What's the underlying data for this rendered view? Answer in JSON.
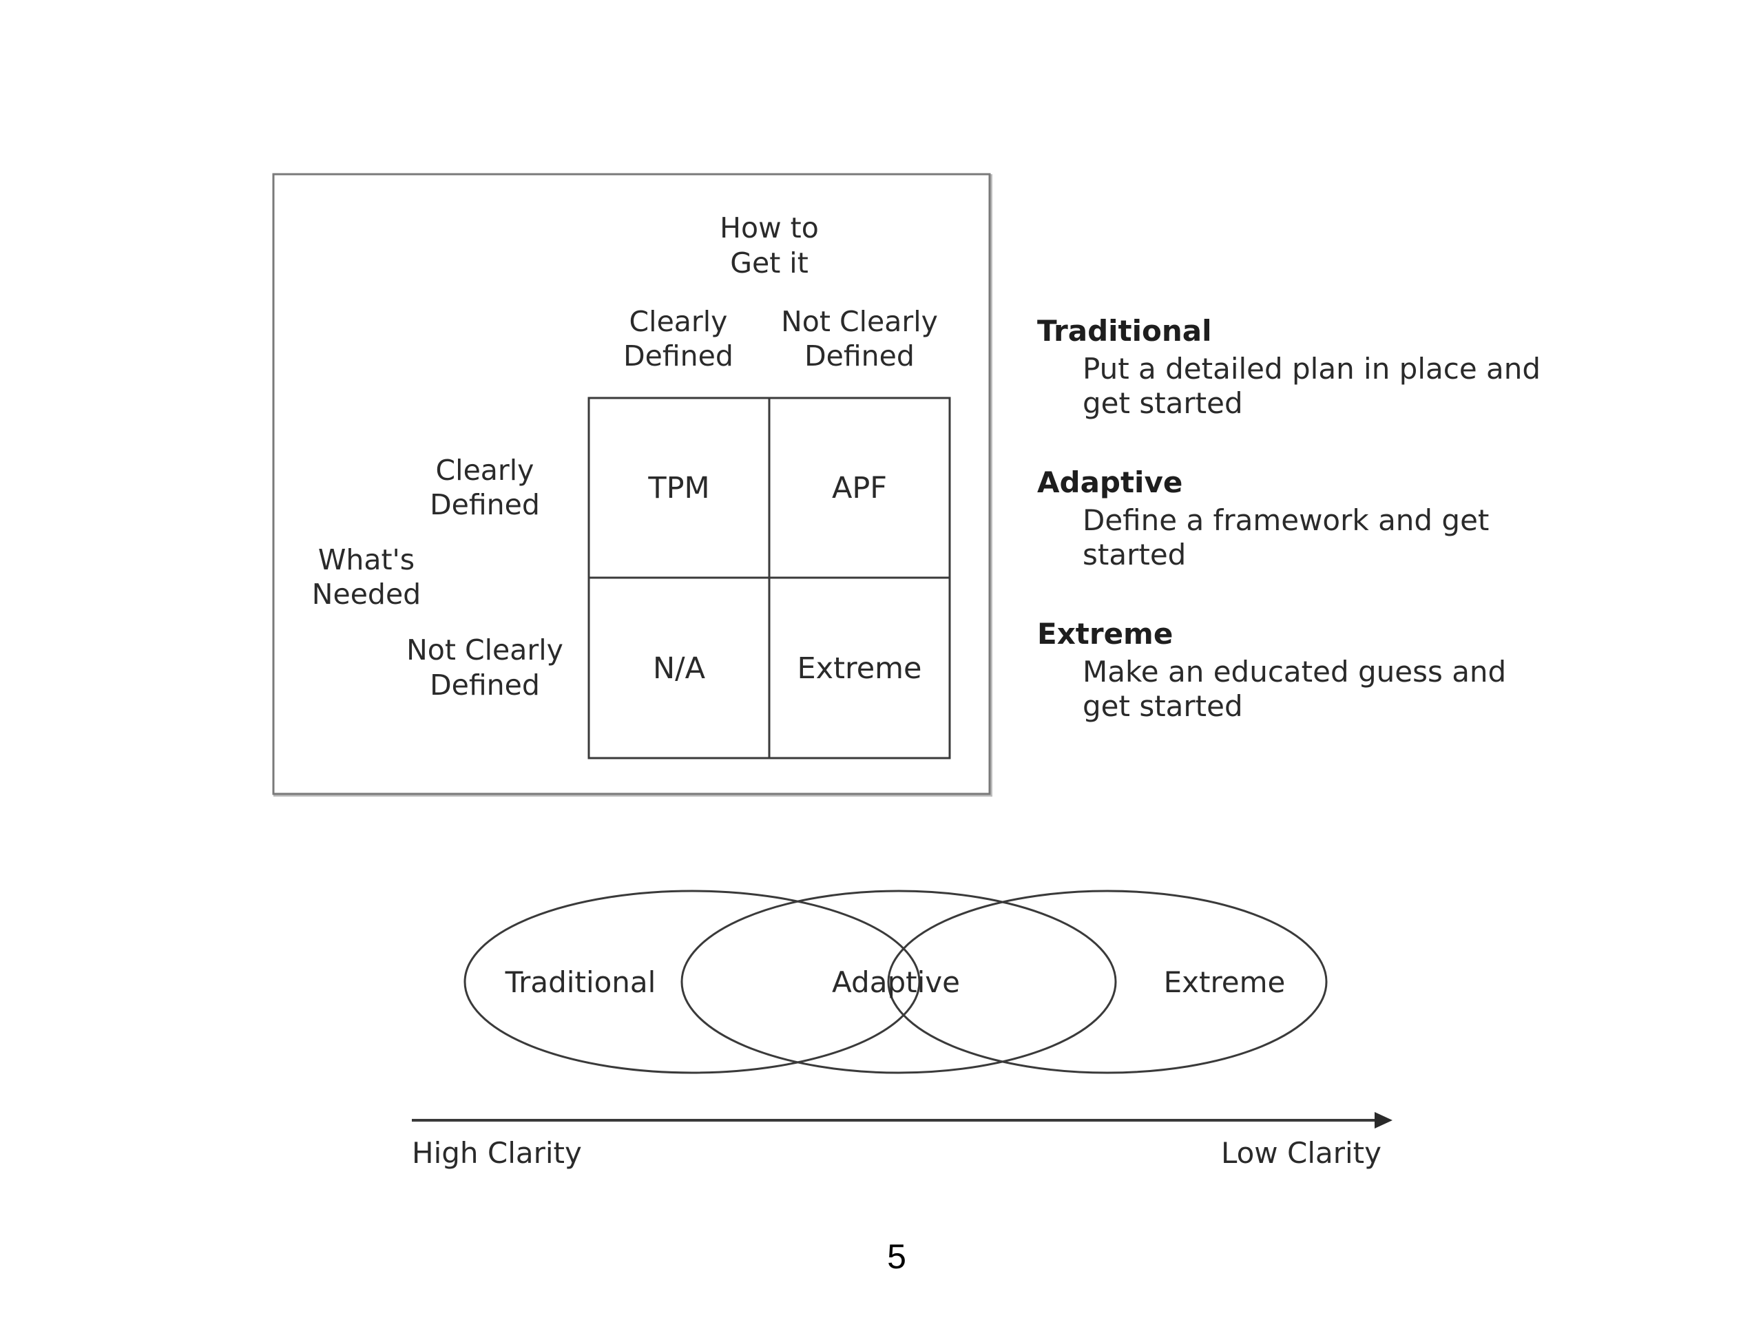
{
  "matrix": {
    "col_axis": {
      "line1": "How to",
      "line2": "Get it"
    },
    "col_headers": [
      {
        "line1": "Clearly",
        "line2": "Defined"
      },
      {
        "line1": "Not Clearly",
        "line2": "Defined"
      }
    ],
    "row_axis": {
      "line1": "What's",
      "line2": "Needed"
    },
    "row_headers": [
      {
        "line1": "Clearly",
        "line2": "Defined"
      },
      {
        "line1": "Not Clearly",
        "line2": "Defined"
      }
    ],
    "cells": [
      "TPM",
      "APF",
      "N/A",
      "Extreme"
    ]
  },
  "legend": [
    {
      "title": "Traditional",
      "line1": "Put a detailed plan in place and",
      "line2": "get started"
    },
    {
      "title": "Adaptive",
      "line1": "Define a framework and get",
      "line2": "started"
    },
    {
      "title": "Extreme",
      "line1": "Make an educated guess and",
      "line2": "get started"
    }
  ],
  "spectrum": {
    "ellipses": [
      "Traditional",
      "Adaptive",
      "Extreme"
    ],
    "axis_left": "High Clarity",
    "axis_right": "Low Clarity"
  },
  "page_number": "5"
}
